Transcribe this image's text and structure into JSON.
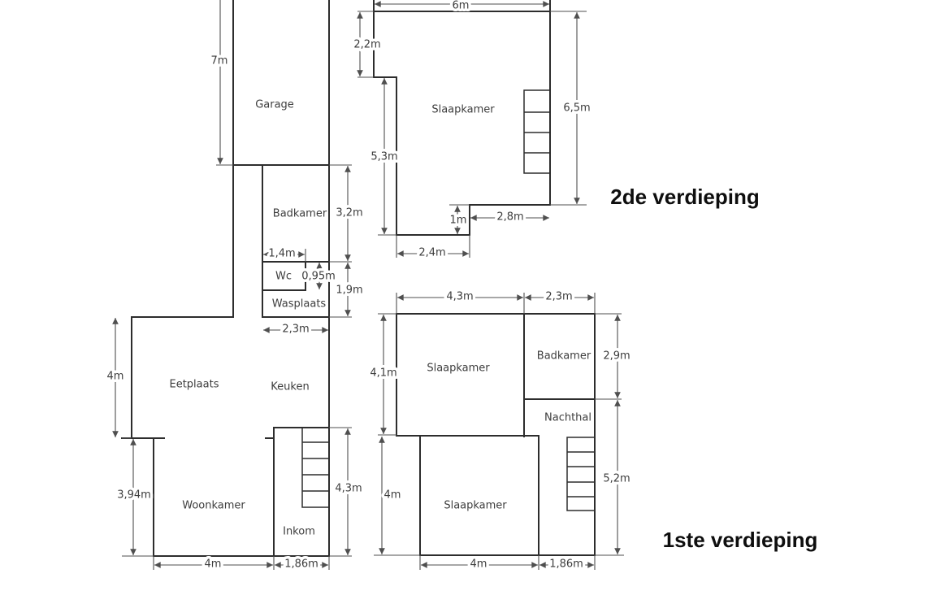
{
  "colors": {
    "background": "#ffffff",
    "wall": "#2d2d2d",
    "dimension": "#4f4f4f",
    "label_text": "#3d3d3d",
    "title_text": "#0e0e0e"
  },
  "titles": {
    "second_floor": "2de verdieping",
    "first_floor": "1ste verdieping"
  },
  "ground_floor": {
    "rooms": {
      "garage": "Garage",
      "badkamer": "Badkamer",
      "wc": "Wc",
      "wasplaats": "Wasplaats",
      "eetplaats": "Eetplaats",
      "keuken": "Keuken",
      "woonkamer": "Woonkamer",
      "inkom": "Inkom"
    },
    "dims": {
      "garage_height": "7m",
      "badkamer_height": "3,2m",
      "wc_width": "1,4m",
      "wc_height": "0,95m",
      "wc_wasplaats_height": "1,9m",
      "wasplaats_width": "2,3m",
      "eetplaats_height": "4m",
      "woonkamer_height": "3,94m",
      "inkom_height": "4,3m",
      "woonkamer_width": "4m",
      "inkom_width": "1,86m"
    }
  },
  "second_floor": {
    "rooms": {
      "slaapkamer": "Slaapkamer"
    },
    "dims": {
      "width_top": "6m",
      "left_top": "2,2m",
      "right_height": "6,5m",
      "left_bottom": "5,3m",
      "notch": "1m",
      "bottom_right": "2,8m",
      "bottom_left": "2,4m"
    }
  },
  "first_floor": {
    "rooms": {
      "slaapkamer_left": "Slaapkamer",
      "badkamer": "Badkamer",
      "nachthal": "Nachthal",
      "slaapkamer_bottom": "Slaapkamer"
    },
    "dims": {
      "slaapkamer_width": "4,3m",
      "badkamer_width": "2,3m",
      "slaapkamer_height": "4,1m",
      "badkamer_height": "2,9m",
      "landing_height": "5,2m",
      "slaapkamer_bottom_height": "4m",
      "slaapkamer_bottom_width": "4m",
      "landing_width": "1,86m"
    }
  }
}
